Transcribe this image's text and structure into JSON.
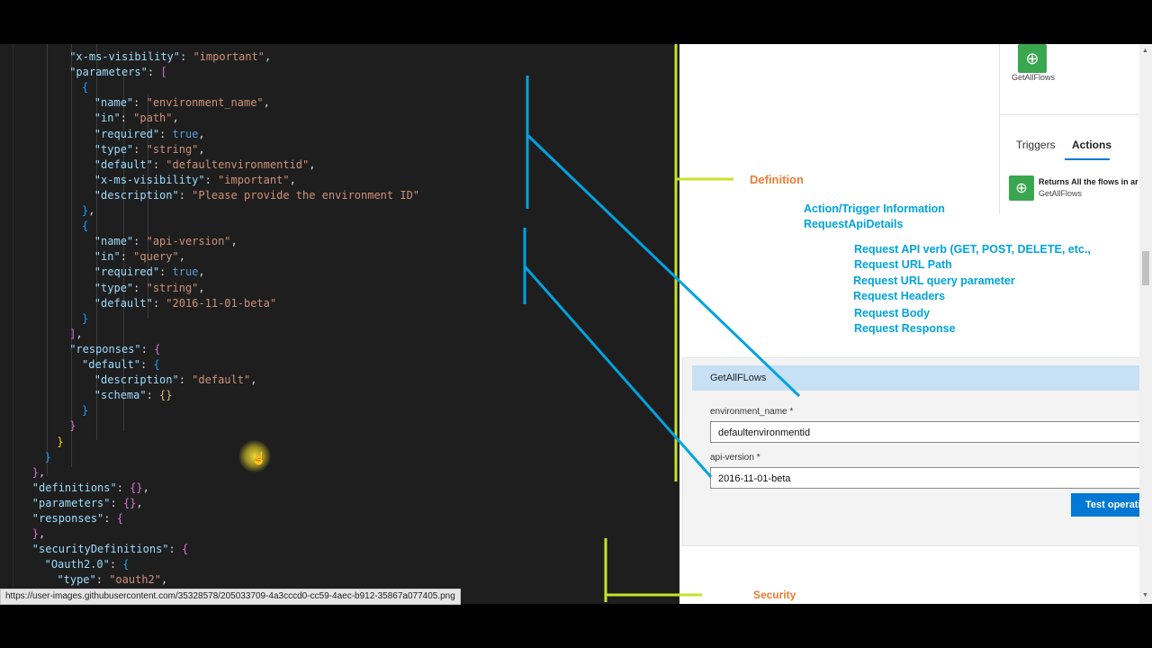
{
  "code_lines": [
    {
      "ind": 8,
      "parts": [
        [
          "k",
          "\"x-ms-visibility\""
        ],
        [
          "p",
          ": "
        ],
        [
          "s",
          "\"important\""
        ],
        [
          "p",
          ","
        ]
      ]
    },
    {
      "ind": 8,
      "parts": [
        [
          "k",
          "\"parameters\""
        ],
        [
          "p",
          ": "
        ],
        [
          "br2",
          "["
        ]
      ]
    },
    {
      "ind": 10,
      "parts": [
        [
          "br3",
          "{"
        ]
      ]
    },
    {
      "ind": 12,
      "parts": [
        [
          "k",
          "\"name\""
        ],
        [
          "p",
          ": "
        ],
        [
          "s",
          "\"environment_name\""
        ],
        [
          "p",
          ","
        ]
      ]
    },
    {
      "ind": 12,
      "parts": [
        [
          "k",
          "\"in\""
        ],
        [
          "p",
          ": "
        ],
        [
          "s",
          "\"path\""
        ],
        [
          "p",
          ","
        ]
      ]
    },
    {
      "ind": 12,
      "parts": [
        [
          "k",
          "\"required\""
        ],
        [
          "p",
          ": "
        ],
        [
          "b",
          "true"
        ],
        [
          "p",
          ","
        ]
      ]
    },
    {
      "ind": 12,
      "parts": [
        [
          "k",
          "\"type\""
        ],
        [
          "p",
          ": "
        ],
        [
          "s",
          "\"string\""
        ],
        [
          "p",
          ","
        ]
      ]
    },
    {
      "ind": 12,
      "parts": [
        [
          "k",
          "\"default\""
        ],
        [
          "p",
          ": "
        ],
        [
          "s",
          "\"defaultenvironmentid\""
        ],
        [
          "p",
          ","
        ]
      ]
    },
    {
      "ind": 12,
      "parts": [
        [
          "k",
          "\"x-ms-visibility\""
        ],
        [
          "p",
          ": "
        ],
        [
          "s",
          "\"important\""
        ],
        [
          "p",
          ","
        ]
      ]
    },
    {
      "ind": 12,
      "parts": [
        [
          "k",
          "\"description\""
        ],
        [
          "p",
          ": "
        ],
        [
          "s",
          "\"Please provide the environment ID\""
        ]
      ]
    },
    {
      "ind": 10,
      "parts": [
        [
          "br3",
          "}"
        ],
        [
          "p",
          ","
        ]
      ]
    },
    {
      "ind": 10,
      "parts": [
        [
          "br3",
          "{"
        ]
      ]
    },
    {
      "ind": 12,
      "parts": [
        [
          "k",
          "\"name\""
        ],
        [
          "p",
          ": "
        ],
        [
          "s",
          "\"api-version\""
        ],
        [
          "p",
          ","
        ]
      ]
    },
    {
      "ind": 12,
      "parts": [
        [
          "k",
          "\"in\""
        ],
        [
          "p",
          ": "
        ],
        [
          "s",
          "\"query\""
        ],
        [
          "p",
          ","
        ]
      ]
    },
    {
      "ind": 12,
      "parts": [
        [
          "k",
          "\"required\""
        ],
        [
          "p",
          ": "
        ],
        [
          "b",
          "true"
        ],
        [
          "p",
          ","
        ]
      ]
    },
    {
      "ind": 12,
      "parts": [
        [
          "k",
          "\"type\""
        ],
        [
          "p",
          ": "
        ],
        [
          "s",
          "\"string\""
        ],
        [
          "p",
          ","
        ]
      ]
    },
    {
      "ind": 12,
      "parts": [
        [
          "k",
          "\"default\""
        ],
        [
          "p",
          ": "
        ],
        [
          "s",
          "\"2016-11-01-beta\""
        ]
      ]
    },
    {
      "ind": 10,
      "parts": [
        [
          "br3",
          "}"
        ]
      ]
    },
    {
      "ind": 8,
      "parts": [
        [
          "br2",
          "]"
        ],
        [
          "p",
          ","
        ]
      ]
    },
    {
      "ind": 8,
      "parts": [
        [
          "k",
          "\"responses\""
        ],
        [
          "p",
          ": "
        ],
        [
          "br2",
          "{"
        ]
      ]
    },
    {
      "ind": 10,
      "parts": [
        [
          "k",
          "\"default\""
        ],
        [
          "p",
          ": "
        ],
        [
          "br3",
          "{"
        ]
      ]
    },
    {
      "ind": 12,
      "parts": [
        [
          "k",
          "\"description\""
        ],
        [
          "p",
          ": "
        ],
        [
          "s",
          "\"default\""
        ],
        [
          "p",
          ","
        ]
      ]
    },
    {
      "ind": 12,
      "parts": [
        [
          "k",
          "\"schema\""
        ],
        [
          "p",
          ": "
        ],
        [
          "br4",
          "{}"
        ]
      ]
    },
    {
      "ind": 10,
      "parts": [
        [
          "br3",
          "}"
        ]
      ]
    },
    {
      "ind": 8,
      "parts": [
        [
          "br2",
          "}"
        ]
      ]
    },
    {
      "ind": 6,
      "parts": [
        [
          "br1",
          "}"
        ]
      ]
    },
    {
      "ind": 4,
      "parts": [
        [
          "br3",
          "}"
        ]
      ]
    },
    {
      "ind": 2,
      "parts": [
        [
          "br2",
          "}"
        ],
        [
          "p",
          ","
        ]
      ]
    },
    {
      "ind": 2,
      "parts": [
        [
          "k",
          "\"definitions\""
        ],
        [
          "p",
          ": "
        ],
        [
          "br2",
          "{}"
        ],
        [
          "p",
          ","
        ]
      ]
    },
    {
      "ind": 2,
      "parts": [
        [
          "k",
          "\"parameters\""
        ],
        [
          "p",
          ": "
        ],
        [
          "br2",
          "{}"
        ],
        [
          "p",
          ","
        ]
      ]
    },
    {
      "ind": 2,
      "parts": [
        [
          "k",
          "\"responses\""
        ],
        [
          "p",
          ": "
        ],
        [
          "br2",
          "{"
        ]
      ]
    },
    {
      "ind": 2,
      "parts": [
        [
          "br2",
          "}"
        ],
        [
          "p",
          ","
        ]
      ]
    },
    {
      "ind": 2,
      "parts": [
        [
          "k",
          "\"securityDefinitions\""
        ],
        [
          "p",
          ": "
        ],
        [
          "br2",
          "{"
        ]
      ]
    },
    {
      "ind": 4,
      "parts": [
        [
          "k",
          "\"Oauth2.0\""
        ],
        [
          "p",
          ": "
        ],
        [
          "br3",
          "{"
        ]
      ]
    },
    {
      "ind": 6,
      "parts": [
        [
          "k",
          "\"type\""
        ],
        [
          "p",
          ": "
        ],
        [
          "s",
          "\"oauth2\""
        ],
        [
          "p",
          ","
        ]
      ]
    }
  ],
  "status_url": "https://user-images.githubusercontent.com/35328578/205033709-4a3cccd0-cc59-4aec-b912-35867a077405.png",
  "connector": {
    "top_app_name": "GetAllFlows",
    "tabs": [
      "Triggers",
      "Actions"
    ],
    "action_title": "Returns All the flows in ar",
    "action_subtitle": "GetAllFlows"
  },
  "annotations": {
    "definition": "Definition",
    "action_info": "Action/Trigger Information",
    "request_api_details": "RequestApiDetails",
    "items": [
      "Request API verb (GET, POST, DELETE, etc.,",
      "Request URL Path",
      "Request URL query parameter",
      "Request Headers",
      "Request Body",
      "Request Response"
    ],
    "security": "Security"
  },
  "form": {
    "title": "GetAllFLows",
    "field1_label": "environment_name *",
    "field1_value": "defaultenvironmentid",
    "field2_label": "api-version *",
    "field2_value": "2016-11-01-beta",
    "test_button": "Test operati"
  },
  "colors": {
    "annotation_blue": "#00a3e0",
    "annotation_green": "#c5e32b",
    "annotation_orange": "#ed7d31",
    "button_blue": "#0078d4"
  }
}
